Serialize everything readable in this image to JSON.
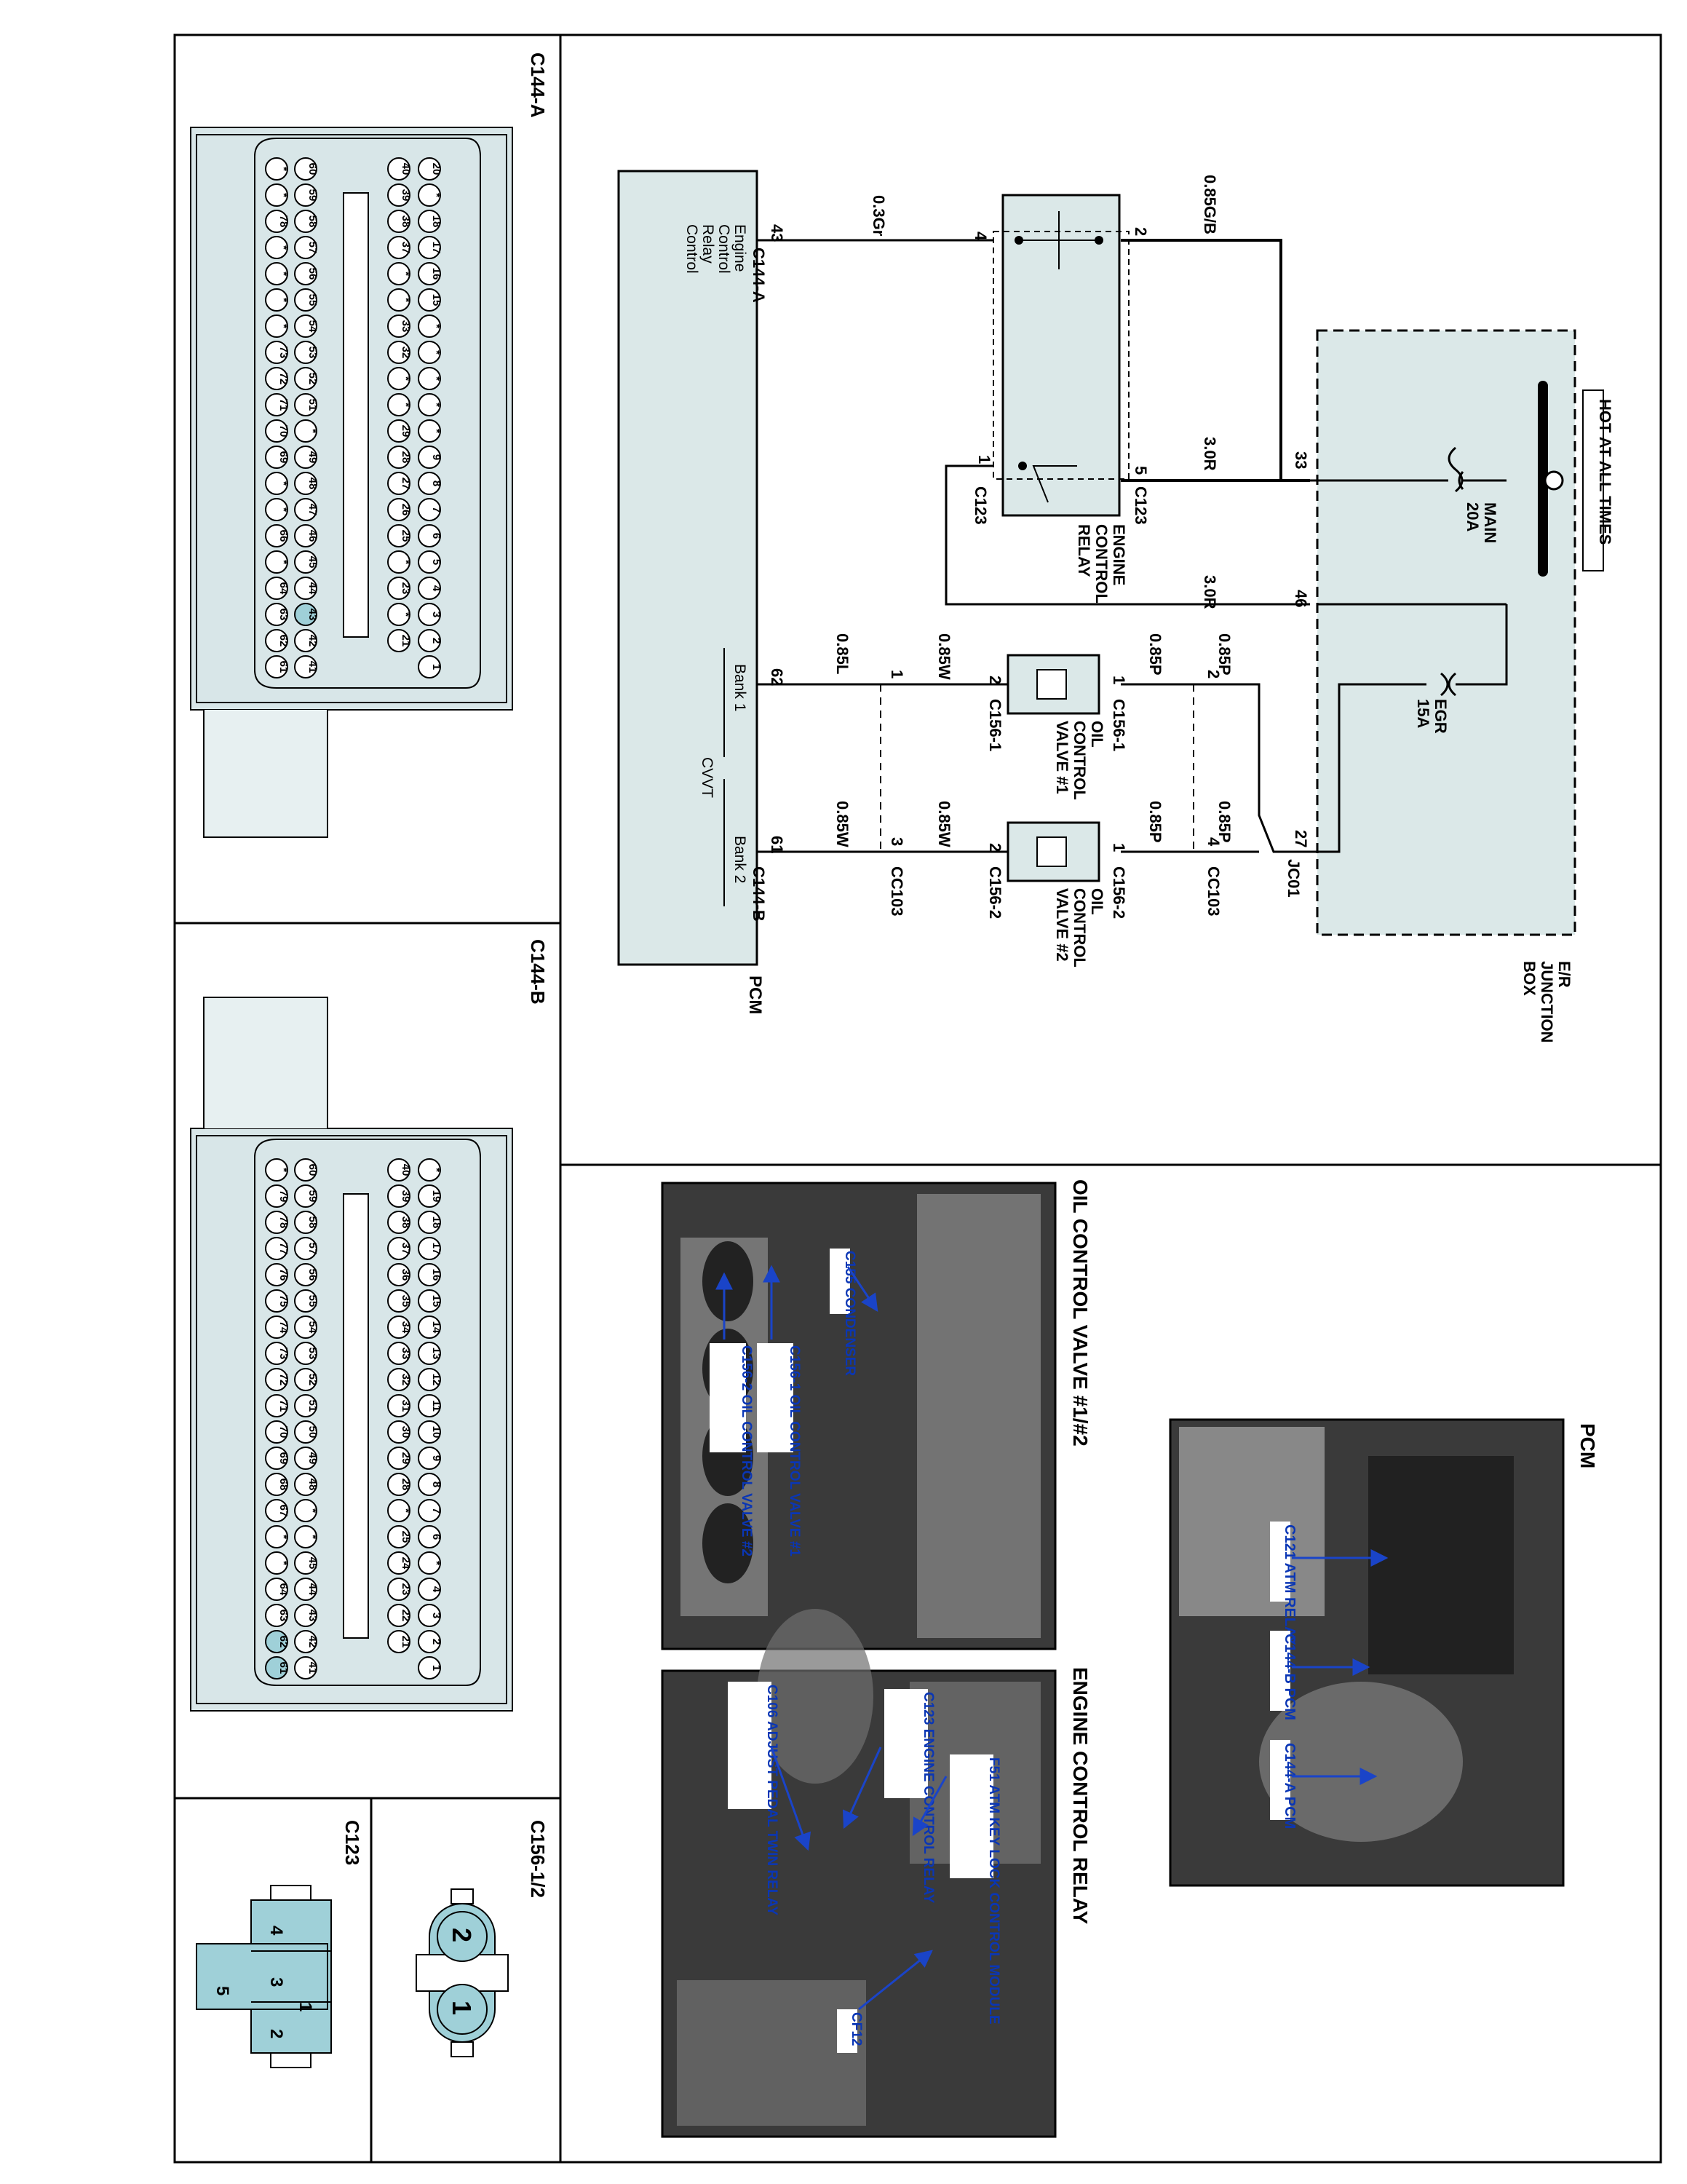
{
  "wiring": {
    "hot_at_all_times": "HOT AT ALL TIMES",
    "junction_box": [
      "E/R",
      "JUNCTION",
      "BOX"
    ],
    "fuse_main": [
      "MAIN",
      "20A"
    ],
    "fuse_egr": [
      "EGR",
      "15A"
    ],
    "jb_pins": {
      "p33": "33",
      "p46": "46",
      "p27": "27"
    },
    "jc01": "JC01",
    "relay": {
      "name": [
        "ENGINE",
        "CONTROL",
        "RELAY"
      ],
      "pins": {
        "p1": "1",
        "p2": "2",
        "p4": "4",
        "p5": "5"
      },
      "connector": "C123"
    },
    "valve1": {
      "name": [
        "OIL",
        "CONTROL",
        "VALVE #1"
      ],
      "conn": "C156-1",
      "pin1": "1",
      "pin2": "2"
    },
    "valve2": {
      "name": [
        "OIL",
        "CONTROL",
        "VALVE #2"
      ],
      "conn": "C156-2",
      "pin1": "1",
      "pin2": "2"
    },
    "cc103": "CC103",
    "cc103_pins": {
      "p1": "1",
      "p2": "2",
      "p3": "3",
      "p4": "4"
    },
    "wires": {
      "w_085gb": "0.85G/B",
      "w_30r_a": "3.0R",
      "w_30r_b": "3.0R",
      "w_03gr": "0.3Gr",
      "w_085p_a": "0.85P",
      "w_085p_b": "0.85P",
      "w_085p_c": "0.85P",
      "w_085p_d": "0.85P",
      "w_085w_a": "0.85W",
      "w_085w_b": "0.85W",
      "w_085l": "0.85L",
      "w_085w_c": "0.85W"
    },
    "pcm": {
      "name": "PCM",
      "pin43": "43",
      "pin62": "62",
      "pin61": "61",
      "conn_a": "C144-A",
      "conn_b": "C144-B",
      "erc": [
        "Engine",
        "Control",
        "Relay",
        "Control"
      ],
      "bank1": "Bank 1",
      "bank2": "Bank 2",
      "cvvt": "CVVT"
    }
  },
  "connectors": {
    "c144a": "C144-A",
    "c144b": "C144-B",
    "c123": "C123",
    "c156": "C156-1/2",
    "c123_pins": [
      "1",
      "2",
      "3",
      "4",
      "5"
    ],
    "c156_pins": [
      "1",
      "2"
    ],
    "c144a_rows": [
      [
        "20",
        "*",
        "18",
        "17",
        "16",
        "15",
        "*",
        "*",
        "*",
        "*",
        "*",
        "9",
        "8",
        "7",
        "6",
        "5",
        "4",
        "3",
        "2",
        "1"
      ],
      [
        "40",
        "39",
        "38",
        "37",
        "*",
        "*",
        "33",
        "32",
        "*",
        "*",
        "29",
        "28",
        "27",
        "26",
        "25",
        "*",
        "23",
        "*",
        "21"
      ],
      [
        "60",
        "59",
        "58",
        "57",
        "56",
        "55",
        "54",
        "53",
        "52",
        "51",
        "*",
        "49",
        "48",
        "47",
        "46",
        "45",
        "44",
        "43",
        "42",
        "41"
      ],
      [
        "*",
        "*",
        "78",
        "*",
        "*",
        "*",
        "*",
        "73",
        "72",
        "71",
        "70",
        "69",
        "*",
        "*",
        "66",
        "*",
        "64",
        "63",
        "62",
        "61"
      ]
    ],
    "c144b_rows": [
      [
        "*",
        "19",
        "18",
        "17",
        "16",
        "15",
        "14",
        "13",
        "12",
        "11",
        "10",
        "9",
        "8",
        "7",
        "6",
        "*",
        "4",
        "3",
        "2",
        "1"
      ],
      [
        "40",
        "39",
        "38",
        "37",
        "36",
        "35",
        "34",
        "33",
        "32",
        "31",
        "30",
        "29",
        "28",
        "*",
        "25",
        "24",
        "23",
        "22",
        "21"
      ],
      [
        "60",
        "59",
        "58",
        "57",
        "56",
        "55",
        "54",
        "53",
        "52",
        "51",
        "50",
        "49",
        "48",
        "*",
        "*",
        "45",
        "44",
        "43",
        "42",
        "41"
      ],
      [
        "*",
        "79",
        "78",
        "77",
        "76",
        "75",
        "74",
        "73",
        "72",
        "71",
        "70",
        "69",
        "68",
        "67",
        "*",
        "*",
        "64",
        "63",
        "62",
        "61"
      ]
    ]
  },
  "photos": {
    "pcm": {
      "title": "PCM",
      "callouts": [
        "C121 ATM RELAY",
        "C144-B PCM",
        "C144-A PCM"
      ]
    },
    "ocv": {
      "title": "OIL CONTROL VALVE #1/#2",
      "callouts": [
        "C155 CONDENSER",
        "C156-1 OIL CONTROL VALVE #1",
        "C156-2 OIL CONTROL VALVE #2"
      ]
    },
    "ecr": {
      "title": "ENGINE CONTROL RELAY",
      "callouts": [
        "F51 ATM KEY LOCK CONTROL MODULE",
        "C123 ENGINE CONTROL RELAY",
        "C106 ADJUST PEDAL TWIN RELAY",
        "CF12"
      ]
    }
  }
}
